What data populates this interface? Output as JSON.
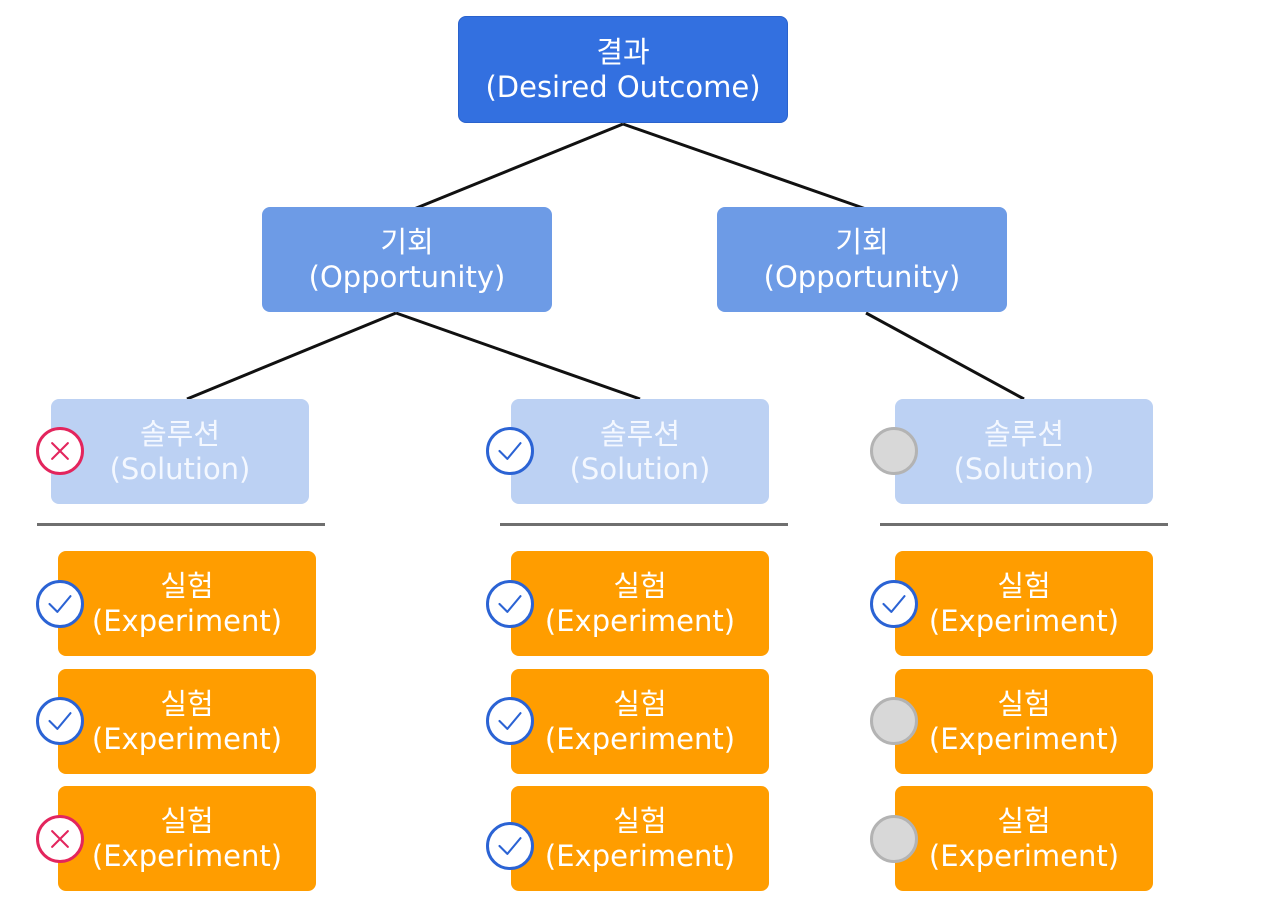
{
  "tree": {
    "outcome": {
      "title": "결과",
      "subtitle": "(Desired Outcome)"
    },
    "opportunities": [
      {
        "title": "기회",
        "subtitle": "(Opportunity)"
      },
      {
        "title": "기회",
        "subtitle": "(Opportunity)"
      }
    ],
    "solutions": [
      {
        "title": "솔루션",
        "subtitle": "(Solution)",
        "status": "failed",
        "experiments": [
          {
            "title": "실험",
            "subtitle": "(Experiment)",
            "status": "done"
          },
          {
            "title": "실험",
            "subtitle": "(Experiment)",
            "status": "done"
          },
          {
            "title": "실험",
            "subtitle": "(Experiment)",
            "status": "failed"
          }
        ]
      },
      {
        "title": "솔루션",
        "subtitle": "(Solution)",
        "status": "done",
        "experiments": [
          {
            "title": "실험",
            "subtitle": "(Experiment)",
            "status": "done"
          },
          {
            "title": "실험",
            "subtitle": "(Experiment)",
            "status": "done"
          },
          {
            "title": "실험",
            "subtitle": "(Experiment)",
            "status": "done"
          }
        ]
      },
      {
        "title": "솔루션",
        "subtitle": "(Solution)",
        "status": "pending",
        "experiments": [
          {
            "title": "실험",
            "subtitle": "(Experiment)",
            "status": "done"
          },
          {
            "title": "실험",
            "subtitle": "(Experiment)",
            "status": "pending"
          },
          {
            "title": "실험",
            "subtitle": "(Experiment)",
            "status": "pending"
          }
        ]
      }
    ]
  },
  "colors": {
    "outcome": "#3370e0",
    "opportunity": "#6d9be6",
    "solution": "#bcd1f3",
    "experiment": "#ff9d00",
    "status_done": "#2b63d4",
    "status_failed": "#e3255d",
    "status_pending": "#d8d8d8"
  },
  "icons": {
    "done": "check-icon",
    "failed": "x-icon",
    "pending": "empty-circle-icon"
  }
}
